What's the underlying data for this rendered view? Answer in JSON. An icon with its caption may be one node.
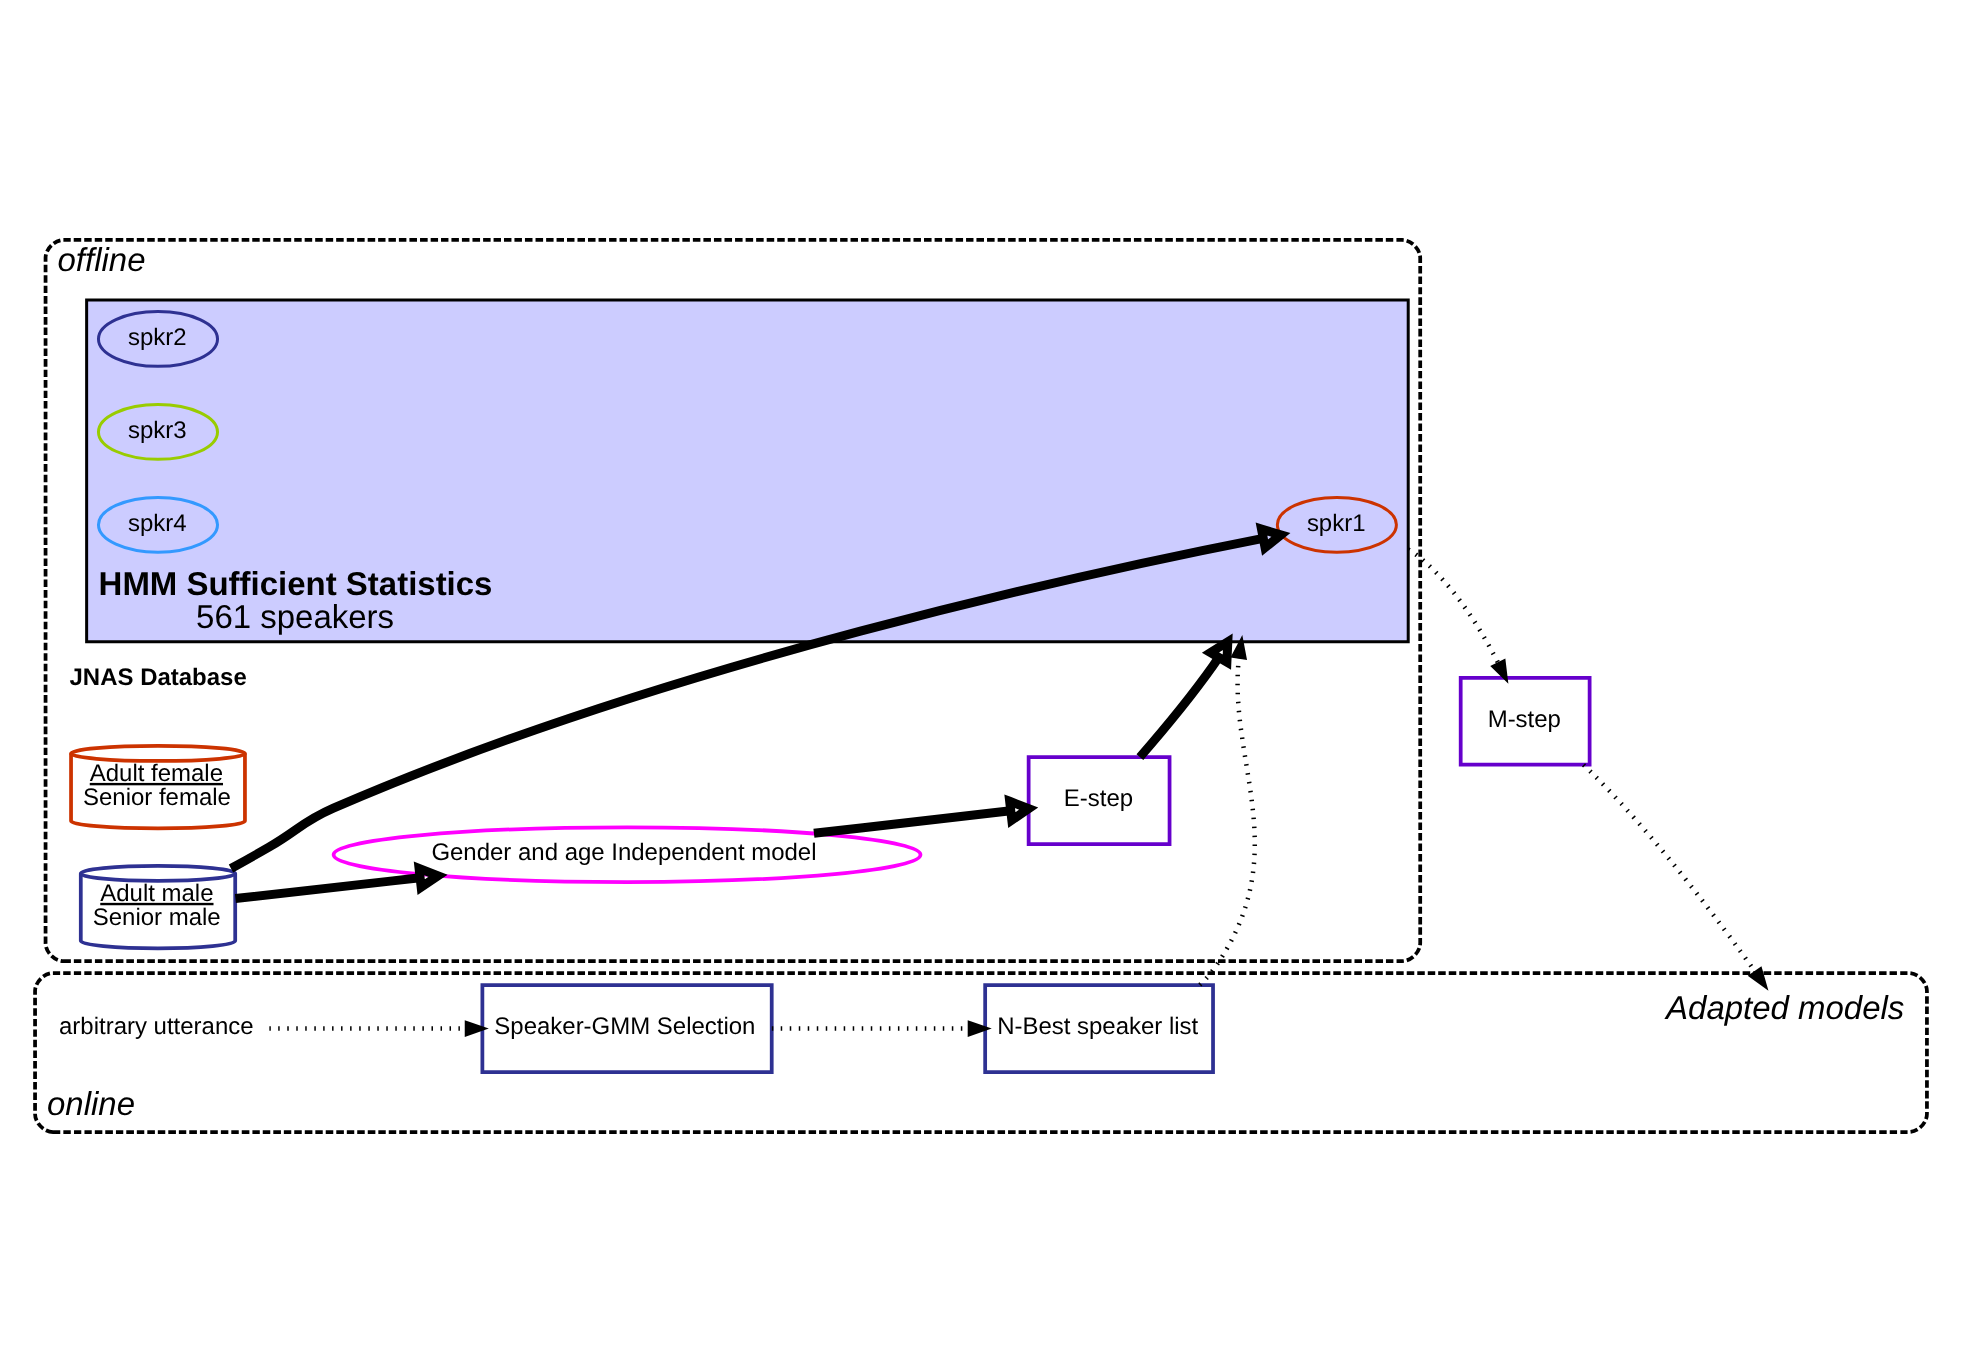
{
  "diagram": {
    "nodes": [
      {
        "text": [
          "offline"
        ]
      },
      {
        "text": [
          "Adult male",
          "Senior male"
        ],
        "in": 0
      },
      {
        "text": [
          "Adult female",
          "Senior female"
        ],
        "in": 0
      },
      {
        "text": [
          "Gender and age Independent model"
        ],
        "in": 0
      },
      {
        "text": [
          "E-step"
        ],
        "in": 0
      },
      {
        "text": [
          "HMM Sufficient Statistics",
          "561 speakers"
        ],
        "in": 0
      },
      {
        "text": [
          "spkr1"
        ],
        "in": 5
      },
      {
        "text": [
          "spkr2"
        ],
        "in": 5
      },
      {
        "text": [
          "spkr3"
        ],
        "in": 5
      },
      {
        "text": [
          "spkr4"
        ],
        "in": 5
      },
      {
        "text": [
          "M-step"
        ]
      },
      {
        "text": [
          "online"
        ]
      },
      {
        "text": [
          "arbitrary utterance"
        ],
        "in": 11
      },
      {
        "text": [
          "Speaker-GMM Selection"
        ],
        "in": 11
      },
      {
        "text": [
          "N-Best speaker list"
        ],
        "in": 11
      },
      {
        "text": [
          "Adapted models"
        ],
        "in": 11
      }
    ],
    "edges": [
      {
        "from": 1,
        "to": 3,
        "arrow": "to",
        "style": "thick"
      },
      {
        "from": 3,
        "to": 4,
        "arrow": "to",
        "style": "thick"
      },
      {
        "from": 4,
        "to": 5,
        "arrow": "to",
        "style": "thick"
      },
      {
        "from": 1,
        "to": 6,
        "arrow": "to",
        "style": "thick"
      },
      {
        "from": 12,
        "to": 13,
        "arrow": "to",
        "style": "dashed"
      },
      {
        "from": 13,
        "to": 14,
        "arrow": "to",
        "style": "dashed"
      },
      {
        "from": 14,
        "to": 5,
        "arrow": "to",
        "style": "dashed"
      },
      {
        "from": 5,
        "to": 10,
        "arrow": "to",
        "style": "dashed"
      },
      {
        "from": 10,
        "to": 15,
        "arrow": "to",
        "style": "dashed"
      }
    ],
    "labels": [
      "JNAS Database"
    ]
  }
}
